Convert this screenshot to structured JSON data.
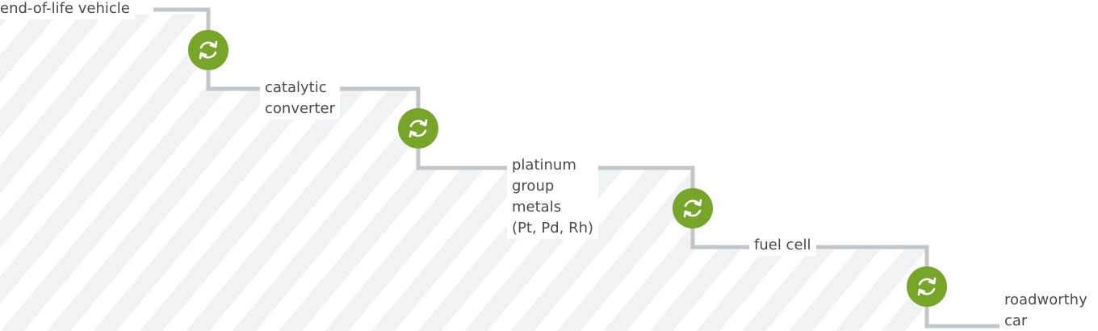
{
  "steps": [
    {
      "label": "end-of-life vehicle"
    },
    {
      "label": "catalytic\nconverter"
    },
    {
      "label": "platinum\ngroup\nmetals\n(Pt, Pd, Rh)"
    },
    {
      "label": "fuel cell"
    },
    {
      "label": "roadworthy\ncar"
    }
  ],
  "connectors": [
    {
      "icon": "recycle-icon"
    },
    {
      "icon": "recycle-icon"
    },
    {
      "icon": "recycle-icon"
    },
    {
      "icon": "recycle-icon"
    }
  ],
  "colors": {
    "line": "#c3c6c9",
    "icon_fill": "#76a529",
    "icon_glyph": "#ffffff",
    "text": "#4a4a4a",
    "stripe": "#f1f2f3"
  }
}
